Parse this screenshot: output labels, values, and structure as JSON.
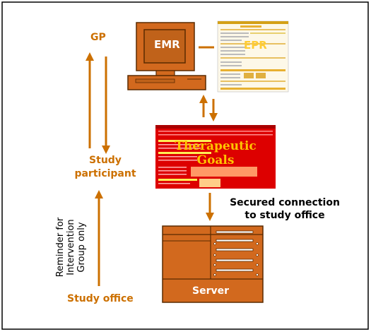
{
  "labels": {
    "gp": "GP",
    "emr": "EMR",
    "epr": "EPR",
    "study_participant_line1": "Study",
    "study_participant_line2": "participant",
    "therapeutic_goals_line1": "Therapeutic",
    "therapeutic_goals_line2": "Goals",
    "secured_line1": "Secured connection",
    "secured_line2": "to study office",
    "reminder_line1": "Reminder for",
    "reminder_line2": "Intervention",
    "reminder_line3": "Group only",
    "study_office": "Study office",
    "server": "Server"
  },
  "colors": {
    "accent": "#cc7000",
    "computer_fill": "#d2691e",
    "computer_stroke": "#5a2a00",
    "form_red": "#dd0000",
    "form_yellow": "#ffee55",
    "epr_header": "#d4a017"
  }
}
